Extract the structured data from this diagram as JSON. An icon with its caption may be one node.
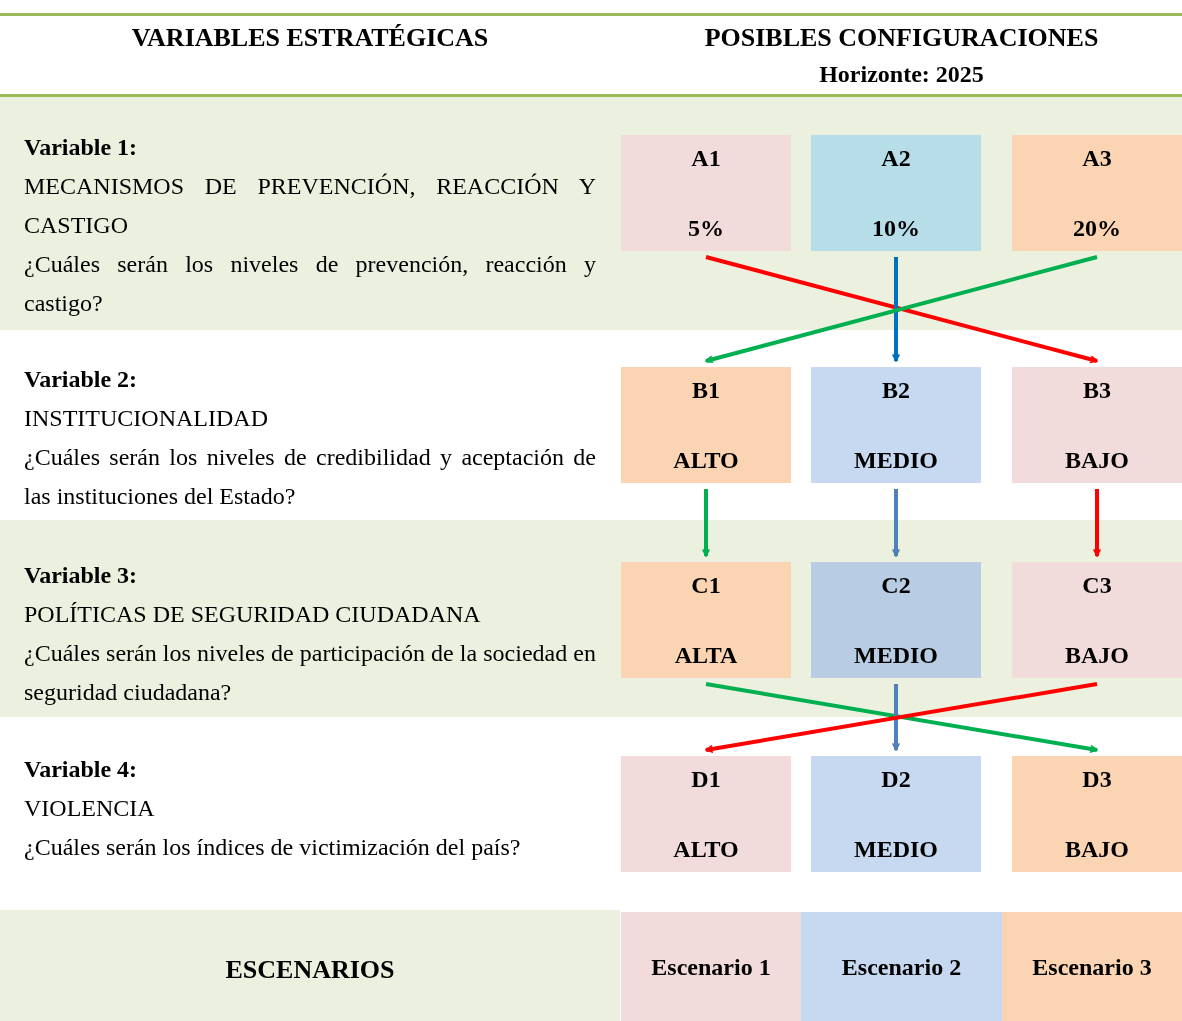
{
  "diagram": {
    "nodes": [
      {
        "text": [
          "A1",
          "5%"
        ]
      },
      {
        "text": [
          "A2",
          "10%"
        ]
      },
      {
        "text": [
          "A3",
          "20%"
        ]
      },
      {
        "text": [
          "B1",
          "ALTO"
        ]
      },
      {
        "text": [
          "B2",
          "MEDIO"
        ]
      },
      {
        "text": [
          "B3",
          "BAJO"
        ]
      },
      {
        "text": [
          "C1",
          "ALTA"
        ]
      },
      {
        "text": [
          "C2",
          "MEDIO"
        ]
      },
      {
        "text": [
          "C3",
          "BAJO"
        ]
      },
      {
        "text": [
          "D1",
          "ALTO"
        ]
      },
      {
        "text": [
          "D2",
          "MEDIO"
        ]
      },
      {
        "text": [
          "D3",
          "BAJO"
        ]
      },
      {
        "text": [
          "Escenario 1"
        ]
      },
      {
        "text": [
          "Escenario 2"
        ]
      },
      {
        "text": [
          "Escenario 3"
        ]
      }
    ],
    "edges": [
      {
        "from": 0,
        "to": 5,
        "arrow": "to",
        "color": "#ff0000"
      },
      {
        "from": 1,
        "to": 4,
        "arrow": "to",
        "color": "#0070c0"
      },
      {
        "from": 2,
        "to": 3,
        "arrow": "to",
        "color": "#00b050"
      },
      {
        "from": 3,
        "to": 6,
        "arrow": "to",
        "color": "#00b050"
      },
      {
        "from": 4,
        "to": 7,
        "arrow": "to",
        "color": "#4f81bd"
      },
      {
        "from": 5,
        "to": 8,
        "arrow": "to",
        "color": "#ff0000"
      },
      {
        "from": 6,
        "to": 11,
        "arrow": "to",
        "color": "#00b050"
      },
      {
        "from": 7,
        "to": 10,
        "arrow": "to",
        "color": "#4f81bd"
      },
      {
        "from": 8,
        "to": 9,
        "arrow": "to",
        "color": "#ff0000"
      }
    ],
    "labels": [
      "VARIABLES ESTRATÉGICAS",
      "POSIBLES CONFIGURACIONES",
      "Horizonte: 2025",
      "Variable 1:",
      "MECANISMOS DE PREVENCIÓN, REACCIÓN Y CASTIGO",
      "¿Cuáles serán los niveles de prevención, reacción y castigo?",
      "Variable 2:",
      "INSTITUCIONALIDAD",
      "¿Cuáles serán los niveles de credibilidad y aceptación de las instituciones del Estado?",
      "Variable 3:",
      "POLÍTICAS DE SEGURIDAD CIUDADANA",
      "¿Cuáles serán los niveles de participación de la sociedad en seguridad ciudadana?",
      "Variable 4:",
      "VIOLENCIA",
      "¿Cuáles serán los índices de victimización del país?",
      "ESCENARIOS"
    ]
  }
}
